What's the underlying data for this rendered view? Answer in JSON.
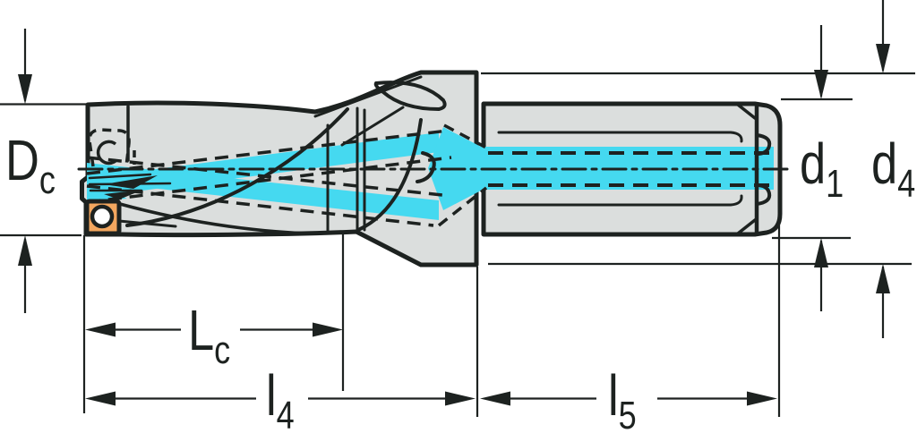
{
  "diagram": {
    "title": "drill-dimension-drawing",
    "labels": {
      "Dc": {
        "main": "D",
        "sub": "c"
      },
      "d1": {
        "main": "d",
        "sub": "1"
      },
      "d4": {
        "main": "d",
        "sub": "4"
      },
      "Lc": {
        "main": "L",
        "sub": "c"
      },
      "l4": {
        "main": "l",
        "sub": "4"
      },
      "l5": {
        "main": "l",
        "sub": "5"
      }
    },
    "colors": {
      "coolant": "#45d9f0",
      "body_fill": "#dbdedd",
      "insert_fill": "#f3a75f",
      "insert_hole": "#ffffff",
      "line_color": "#1d2220",
      "background": "#ffffff"
    }
  }
}
